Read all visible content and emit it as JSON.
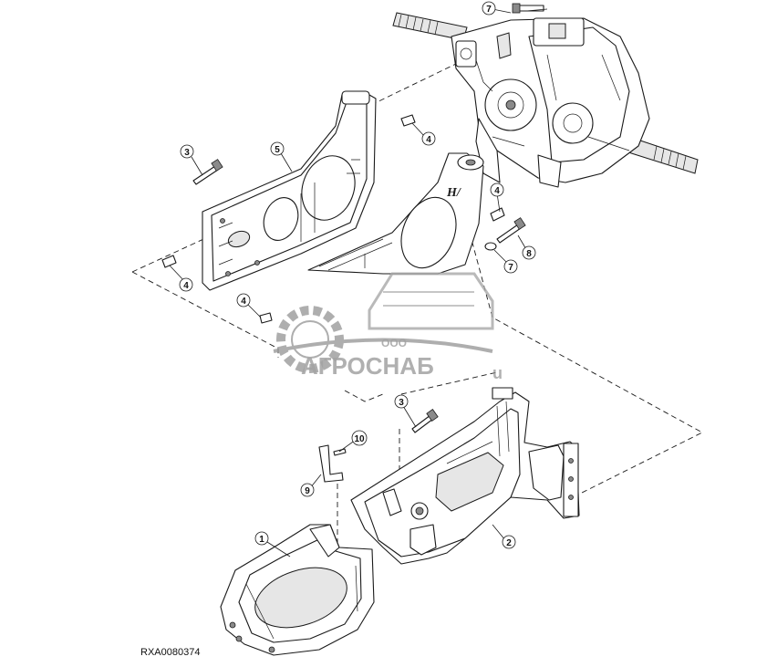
{
  "callouts": [
    "1",
    "2",
    "3",
    "3",
    "4",
    "4",
    "4",
    "4",
    "5",
    "7",
    "7",
    "8",
    "9",
    "10"
  ],
  "watermark": {
    "small": "ООО",
    "brand": "АГРОСНАБ",
    "suffix": "u"
  },
  "figure_code": "RXA0080374"
}
